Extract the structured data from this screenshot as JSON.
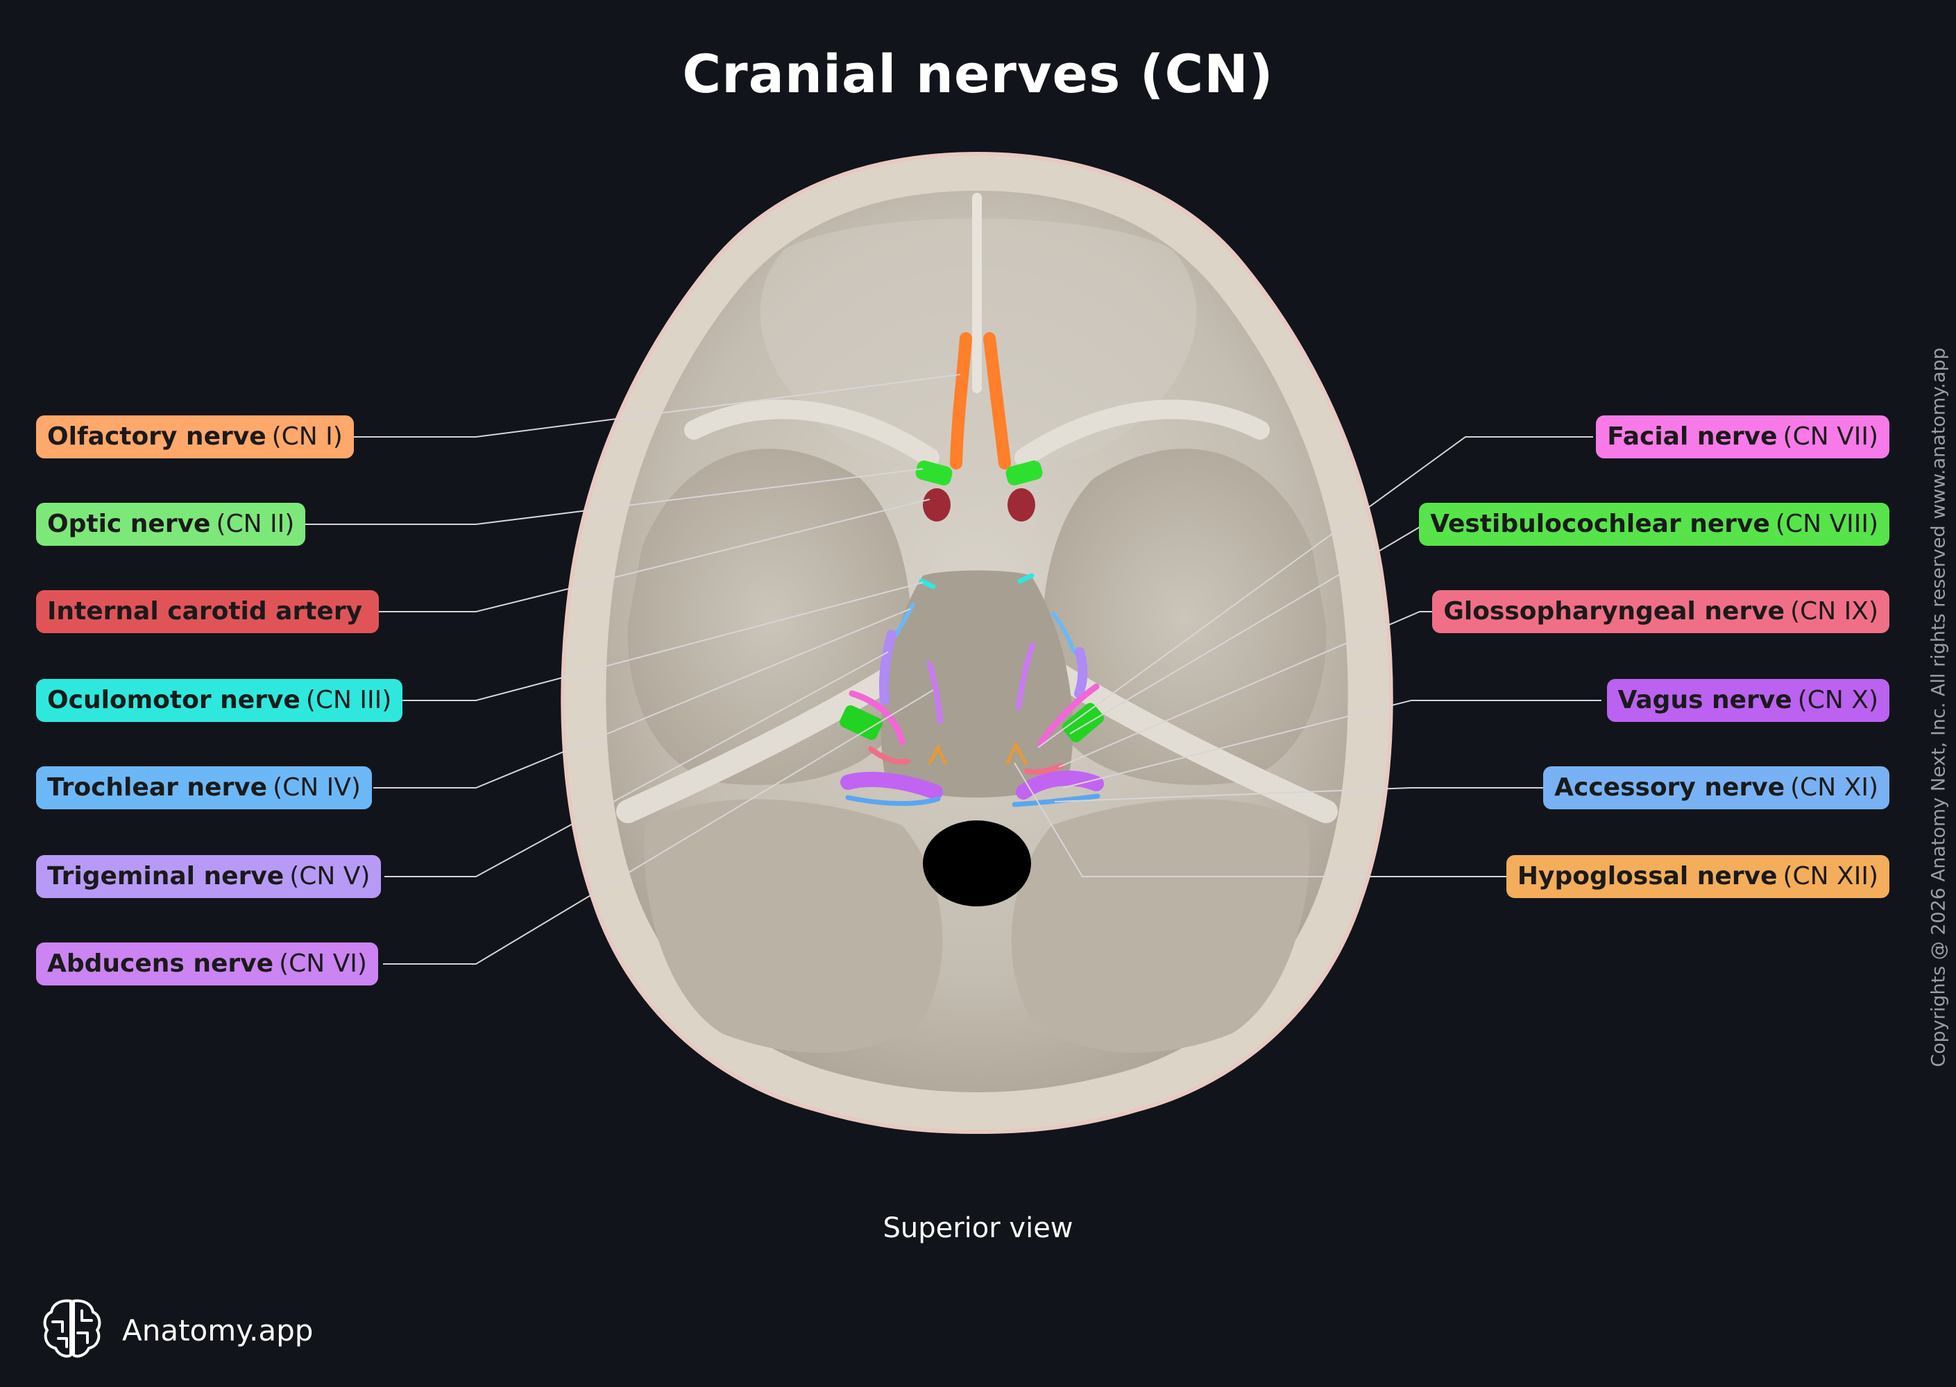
{
  "title": "Cranial nerves (CN)",
  "view_caption": "Superior view",
  "copyright": "Copyrights @ 2026 Anatomy Next, Inc. All rights reserved www.anatomy.app",
  "brand": {
    "name": "Anatomy.app",
    "logo_icon": "brain-logo-icon"
  },
  "labels_left": [
    {
      "name": "Olfactory nerve",
      "cn": "(CN I)",
      "color": "#ffa86b"
    },
    {
      "name": "Optic nerve",
      "cn": "(CN II)",
      "color": "#7de87a"
    },
    {
      "name": "Internal carotid artery",
      "cn": "",
      "color": "#e05458"
    },
    {
      "name": "Oculomotor nerve",
      "cn": "(CN III)",
      "color": "#2ee8de"
    },
    {
      "name": "Trochlear nerve",
      "cn": "(CN IV)",
      "color": "#6cb8f6"
    },
    {
      "name": "Trigeminal nerve",
      "cn": "(CN V)",
      "color": "#b79af6"
    },
    {
      "name": "Abducens nerve",
      "cn": "(CN VI)",
      "color": "#cb84f2"
    }
  ],
  "labels_right": [
    {
      "name": "Facial nerve",
      "cn": "(CN VII)",
      "color": "#f87ae8"
    },
    {
      "name": "Vestibulocochlear nerve",
      "cn": "(CN VIII)",
      "color": "#56e44a"
    },
    {
      "name": "Glossopharyngeal nerve",
      "cn": "(CN IX)",
      "color": "#f06f86"
    },
    {
      "name": "Vagus nerve",
      "cn": "(CN X)",
      "color": "#bb62f0"
    },
    {
      "name": "Accessory nerve",
      "cn": "(CN XI)",
      "color": "#78b2f4"
    },
    {
      "name": "Hypoglossal nerve",
      "cn": "(CN XII)",
      "color": "#f4ad5a"
    }
  ]
}
